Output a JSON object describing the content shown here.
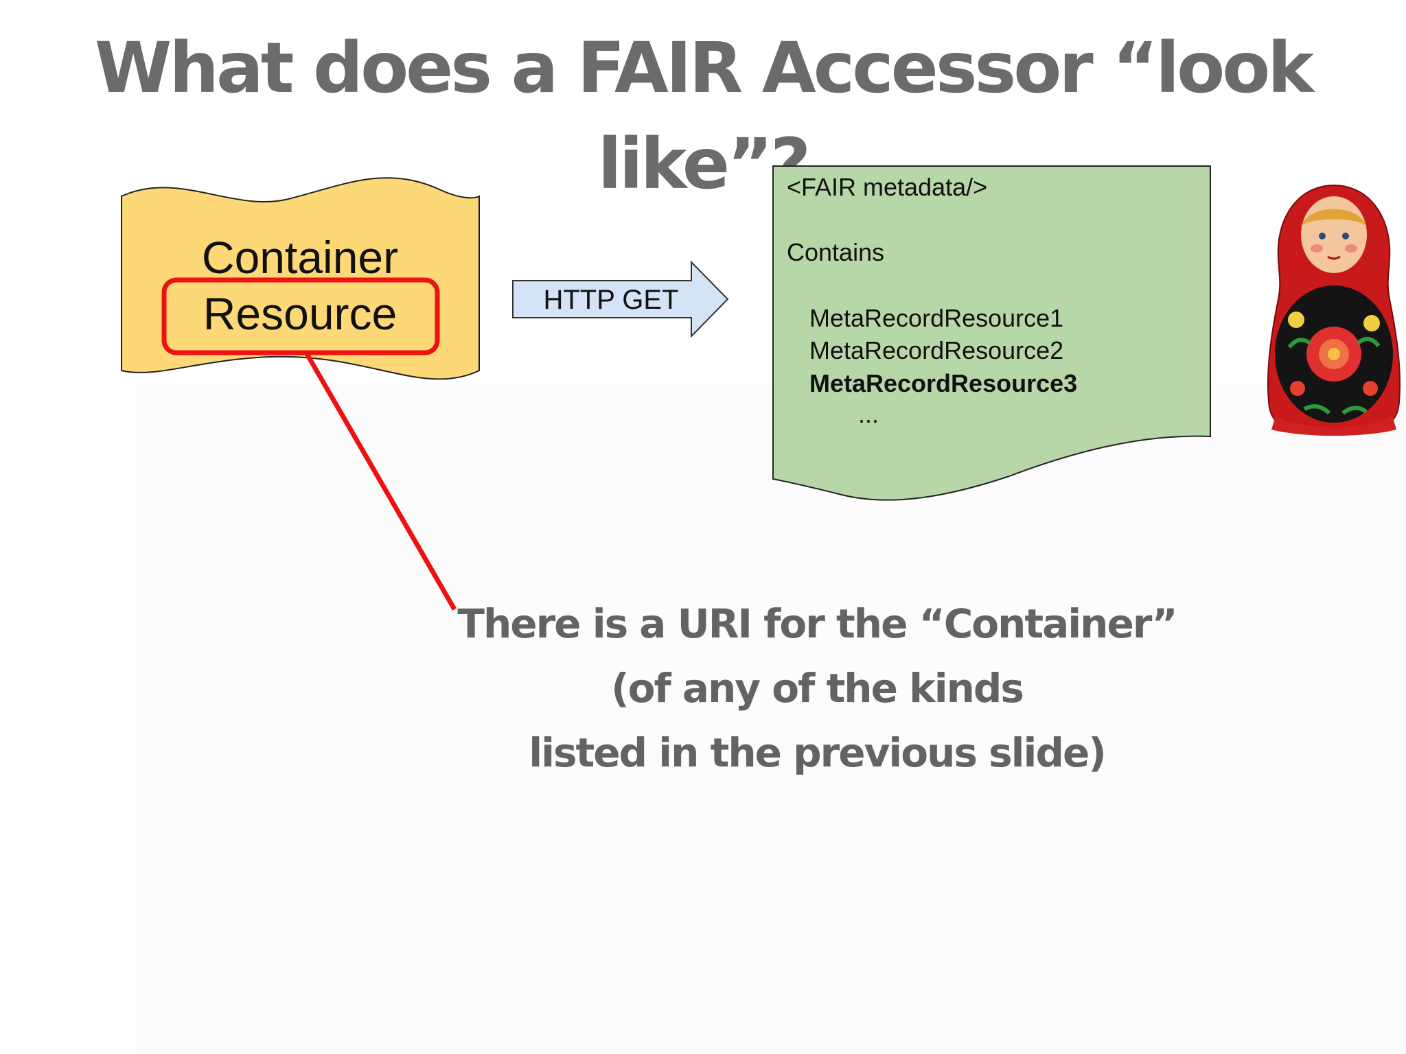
{
  "slide": {
    "title": "What does a FAIR Accessor “look like”?"
  },
  "container": {
    "line1": "Container",
    "line2": "Resource"
  },
  "arrow": {
    "label": "HTTP GET"
  },
  "metadata_doc": {
    "header": "<FAIR metadata/>",
    "contains_label": "Contains",
    "records": [
      "MetaRecordResource1",
      "MetaRecordResource2",
      "MetaRecordResource3"
    ],
    "ellipsis": "..."
  },
  "caption": {
    "lines": [
      "There is a URI for the “Container”",
      "(of any of the kinds",
      "listed in the previous slide)"
    ]
  },
  "colors": {
    "container_fill": "#fdd876",
    "highlight_red": "#ee1111",
    "arrow_fill": "#d4e3f5",
    "metadata_fill": "#b7d7a8",
    "title_gray": "#6b6b6b"
  },
  "icons": {
    "doll": "matryoshka-doll-icon"
  }
}
